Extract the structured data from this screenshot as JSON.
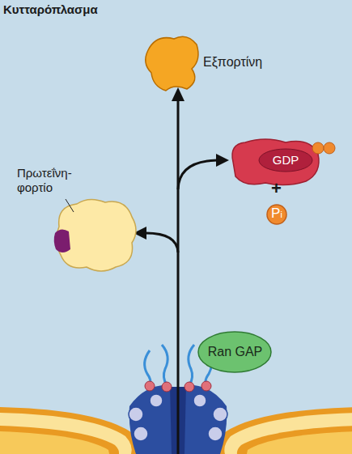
{
  "diagram": {
    "nodes": [
      {
        "text": [
          "Εξπορτίνη"
        ]
      },
      {
        "text": [
          "GDP"
        ]
      },
      {
        "text": [
          "Πρωτεΐνη- φορτίο"
        ]
      },
      {
        "text": [
          "Pi"
        ]
      },
      {
        "text": [
          "Ran GAP"
        ]
      }
    ],
    "labels": [
      "Κυτταρόπλασμα",
      "+"
    ]
  }
}
